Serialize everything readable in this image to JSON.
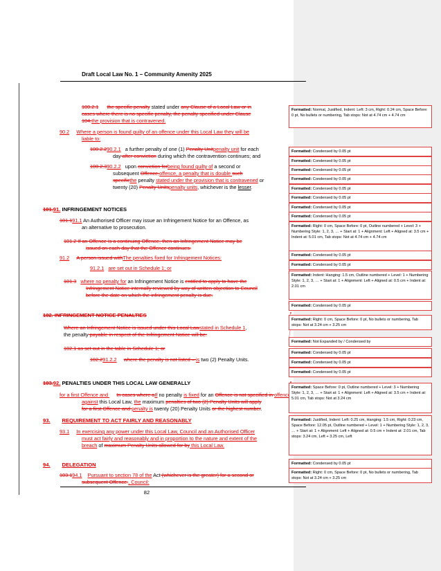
{
  "header": {
    "title": "Draft Local Law No. 1 – Community Amenity 2025"
  },
  "body": {
    "b1": {
      "a": "100.2.1",
      "b": "the specific penalty",
      "c": " stated under ",
      "d": "any Clause of a Local Law or in",
      "e": "cases where there is no specific penalty, the penalty specified under Clause",
      "f": "104.",
      "g": "the provision that is contravened."
    },
    "b2": {
      "n": "90.2",
      "a": "Where a person is found guilty of an offence under this Local Law they will be",
      "b": "liable to:"
    },
    "b3": {
      "a": "100.2.2",
      "b": "90.2.1",
      "c": "a further penalty of one (1)",
      "d": "Penalty Unit",
      "e": "penalty unit",
      "f": " for each",
      "g": "day",
      "h": " after conviction",
      "i": " during which the contravention continues; and"
    },
    "b4": {
      "a": "100.2.3",
      "b": "90.2.2",
      "c": "upon ",
      "d": "conviction for",
      "e": "being found guilty of",
      "f": " a second or",
      "g": "subsequent ",
      "h": "Offence,",
      "i": "offence, a penalty that is double ",
      "j": "such",
      "k": "specific",
      "l": "the",
      "m": " penalty ",
      "n": "stated under the provision that is contravened",
      "o": " or",
      "p": "twenty (20) ",
      "q": "Penalty Units",
      "r": "penalty units",
      "s": ", whichever is the ",
      "t": "lesser",
      "u": "."
    },
    "h91": {
      "a": "101.",
      "b": "91.",
      "c": "  INFRINGEMENT NOTICES"
    },
    "b5": {
      "a": "101.1",
      "b": "91.1",
      "c": "   An Authorised Officer may issue an Infringement Notice for an Offence, as",
      "d": "an alternative to prosecution."
    },
    "b6": {
      "a": "101.2   If an Offence is a continuing Offence, then an Infringement Notice may be",
      "b": "issued on each day that the Offence continues."
    },
    "b7": {
      "n": "91.2",
      "a": "A person issued with",
      "b": "The penalties fixed for Infringement Notices:"
    },
    "b8": {
      "n": "91.2.1",
      "a": "are set out in Schedule 1; or"
    },
    "b9": {
      "a": "101.3",
      "b": "where no penalty for",
      "c": " an Infringement Notice is ",
      "d": "entitled to apply to have the",
      "e": "Infringement Notice internally reviewed by way of written objection to Council",
      "f": "before the date on which the infringement penalty is due."
    },
    "h102": {
      "a": "102.      INFRINGEMENT NOTICE PENALTIES"
    },
    "b10": {
      "a": "Where an Infringement Notice is issued under this Local Law",
      "b": "stated in Schedule 1",
      "c": ",",
      "d": "the penalty",
      "e": " payable in respect of the Infringement Notice will be:"
    },
    "b11": {
      "a": "102.1   as set out in the table in Schedule 1; or"
    },
    "b12": {
      "a": "102.2",
      "b": "91.2.2",
      "c": "where the penalty is not listed – ",
      "d": "is",
      "e": " two (2) Penalty Units."
    },
    "h92": {
      "a": "103.",
      "b": "92.",
      "c": "  PENALTIES UNDER THIS LOCAL LAW GENERALLY"
    },
    "b13": {
      "n": "for a first Offence and ",
      "a": "In cases where a",
      "b": "If",
      "c": " no",
      "d": " penalty ",
      "e": "is fixed",
      "f": " for an ",
      "g": "Offence is not specified in ",
      "h": "offence",
      "i": "against",
      "j": " this Local Law, ",
      "k": "the",
      "l": " maximum ",
      "m": "penalties of two (2) Penalty Units will apply",
      "o": "penalty is",
      "p": " twenty (20) Penalty Units ",
      "q": "or the highest number",
      "r": "."
    },
    "h93": {
      "a": "93.",
      "b": "REQUIREMENT TO ACT FAIRLY AND REASONABLY"
    },
    "b14": {
      "n": "93.1",
      "a": "In exercising any power under this Local Law, Council and an Authorised Officer",
      "b": "must act fairly and reasonably and in proportion to the nature and extent of the",
      "c": "breach",
      "d": " of ",
      "e": "maximum Penalty Units allowed for by",
      "f": " this Local Law."
    },
    "h94": {
      "a": "94.",
      "b": "DELEGATION"
    },
    "b15": {
      "a": "103.1",
      "b": "94.1",
      "c": "Pursuant to section 78 of ",
      "d": "the",
      "e": " Act",
      "f": " (whichever is the greater) for a second or",
      "g": "subsequent Offence.",
      "h": ", Council:"
    }
  },
  "page_number": "82",
  "comments": [
    {
      "head": "Formatted:",
      "text": " Normal, Justified, Indent: Left:  3 cm, Right: 0.24 cm, Space Before:  0 pt,  No bullets or numbering, Tab stops: Not at  4.74 cm +  4.74 cm"
    },
    {
      "head": "Formatted:",
      "text": " Condensed by  0.05 pt"
    },
    {
      "head": "Formatted:",
      "text": " Condensed by  0.05 pt"
    },
    {
      "head": "Formatted:",
      "text": " Condensed by  0.05 pt"
    },
    {
      "head": "Formatted:",
      "text": " Condensed by  0.05 pt"
    },
    {
      "head": "Formatted:",
      "text": " Condensed by  0.05 pt"
    },
    {
      "head": "Formatted:",
      "text": " Condensed by  0.05 pt"
    },
    {
      "head": "Formatted:",
      "text": " Condensed by  0.05 pt"
    },
    {
      "head": "Formatted:",
      "text": " Condensed by  0.05 pt"
    },
    {
      "head": "Formatted:",
      "text": " Right:  0 cm, Space Before:  0 pt, Outline numbered + Level: 3 + Numbering Style: 1, 2, 3, … + Start at: 1 + Alignment: Left + Aligned at:  3.5 cm + Indent at:  5.01 cm, Tab stops: Not at  4.74 cm +  4.74 cm"
    },
    {
      "head": "Formatted:",
      "text": " Condensed by  0.05 pt"
    },
    {
      "head": "Formatted:",
      "text": " Condensed by  0.05 pt"
    },
    {
      "head": "Formatted:",
      "text": " Indent: Hanging:  1.5 cm, Outline numbered + Level: 1 + Numbering Style: 1, 2, 3, … + Start at: 1 + Alignment: Left + Aligned at:  0.5 cm + Indent at:  2.01 cm"
    },
    {
      "head": "Formatted:",
      "text": " Condensed by  0.05 pt"
    },
    {
      "head": "Formatted:",
      "text": " Right:  0 cm, Space Before:  0 pt,  No bullets or numbering, Tab stops: Not at  3.24 cm +  3.25 cm"
    },
    {
      "head": "Formatted:",
      "text": " Not Expanded by / Condensed by"
    },
    {
      "head": "Formatted:",
      "text": " Condensed by  0.05 pt"
    },
    {
      "head": "Formatted:",
      "text": " Condensed by  0.05 pt"
    },
    {
      "head": "Formatted:",
      "text": " Condensed by  0.05 pt"
    },
    {
      "head": "Formatted:",
      "text": " Space Before:  0 pt, Outline numbered + Level: 3 + Numbering Style: 1, 2, 3, … + Start at: 1 + Alignment: Left + Aligned at:  3.5 cm + Indent at:  5.01 cm, Tab stops: Not at  3.24 cm"
    },
    {
      "head": "Formatted:",
      "text": " Justified, Indent: Left:  0.25 cm, Hanging:  1.5 cm, Right:  0.23 cm, Space Before:  12.05 pt, Outline numbered + Level: 1 + Numbering Style: 1, 2, 3, … + Start at: 1 + Alignment: Left + Aligned at:  0.5 cm + Indent at:  2.01 cm, Tab stops:  3.24 cm, Left +  3.25 cm, Left"
    },
    {
      "head": "Formatted:",
      "text": " Condensed by  0.05 pt"
    },
    {
      "head": "Formatted:",
      "text": " Right:  0 cm, Space Before:  0 pt,  No bullets or numbering, Tab stops: Not at  3.24 cm +  3.25 cm"
    }
  ]
}
